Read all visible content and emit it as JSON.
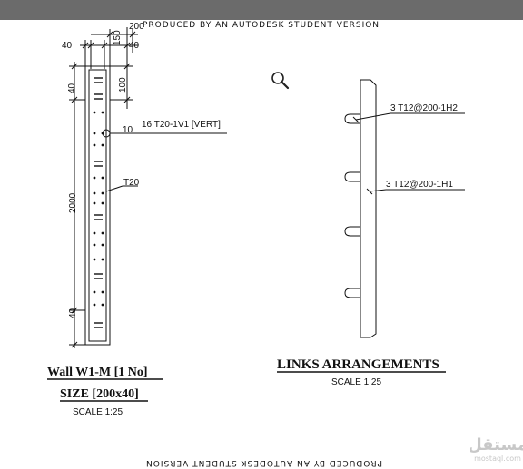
{
  "watermark": {
    "top": "PRODUCED BY AN AUTODESK STUDENT VERSION",
    "bottom": "PRODUCED BY AN AUTODESK STUDENT VERSION"
  },
  "wall_view": {
    "dims": {
      "d200": "200",
      "d150": "150",
      "d40_top_left": "40",
      "d40_top_right": "40",
      "d40_side_top": "40",
      "d100": "100",
      "d2000": "2000",
      "d40_side_bottom": "40"
    },
    "labels": {
      "leader_10": "10",
      "vertical_bars": "16 T20-1V1 [VERT]",
      "t20": "T20"
    },
    "title_line1": "Wall  W1-M [1 No]",
    "title_line2": "SIZE [200x40]",
    "scale": "SCALE  1:25"
  },
  "links_view": {
    "label_h2": "3 T12@200-1H2",
    "label_h1": "3 T12@200-1H1",
    "title": "LINKS ARRANGEMENTS",
    "scale": "SCALE  1:25"
  },
  "icons": {
    "zoom": "magnifier-icon",
    "logo": "mostaql-logo"
  },
  "logo": {
    "arabic": "مستقل",
    "latin": "mostaql.com"
  }
}
